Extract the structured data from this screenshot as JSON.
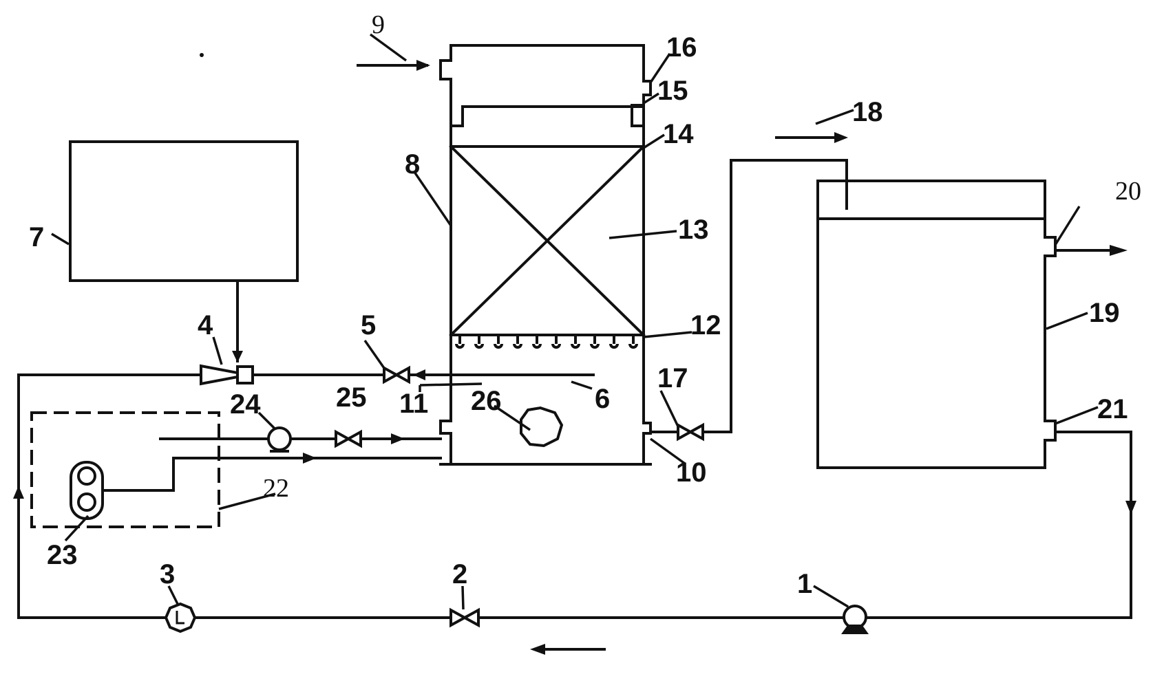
{
  "labels": {
    "l1": "1",
    "l2": "2",
    "l3": "3",
    "l4": "4",
    "l5": "5",
    "l6": "6",
    "l7": "7",
    "l8": "8",
    "l9": "9",
    "l10": "10",
    "l11": "11",
    "l12": "12",
    "l13": "13",
    "l14": "14",
    "l15": "15",
    "l16": "16",
    "l17": "17",
    "l18": "18",
    "l19": "19",
    "l20": "20",
    "l21": "21",
    "l22": "22",
    "l23": "23",
    "l24": "24",
    "l25": "25",
    "l26": "26"
  },
  "colors": {
    "line": "#111111",
    "background": "#ffffff"
  }
}
